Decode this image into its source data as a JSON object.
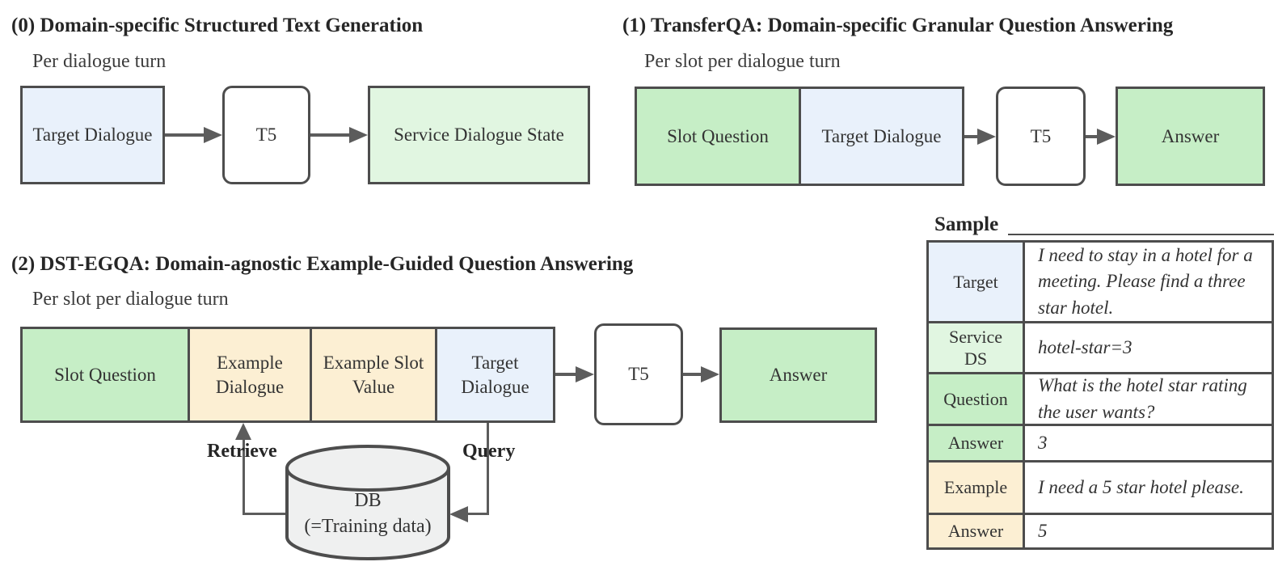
{
  "colors": {
    "green": "#c6eec6",
    "light_green": "#e1f6e1",
    "blue": "#e9f1fb",
    "tan": "#fcefd3",
    "cylinder_gray": "#eff0f0",
    "border": "#4d4d4d",
    "arrow": "#5c5c5c"
  },
  "section0": {
    "title": "(0) Domain-specific Structured Text Generation",
    "subtitle": "Per dialogue turn",
    "input_box": "Target Dialogue",
    "model_box": "T5",
    "output_box": "Service Dialogue State"
  },
  "section1": {
    "title": "(1) TransferQA: Domain-specific Granular Question Answering",
    "subtitle": "Per slot per dialogue turn",
    "slot_question_box": "Slot Question",
    "target_dialogue_box": "Target Dialogue",
    "model_box": "T5",
    "output_box": "Answer"
  },
  "section2": {
    "title": "(2) DST-EGQA: Domain-agnostic Example-Guided Question Answering",
    "subtitle": "Per slot per dialogue turn",
    "slot_question_box": "Slot Question",
    "example_dialogue_box": "Example Dialogue",
    "example_slot_value_box": "Example Slot Value",
    "target_dialogue_box": "Target Dialogue",
    "model_box": "T5",
    "output_box": "Answer",
    "retrieve_label": "Retrieve",
    "query_label": "Query",
    "db_label_line1": "DB",
    "db_label_line2": "(=Training data)"
  },
  "sample_table": {
    "heading": "Sample",
    "rows": [
      {
        "label": "Target",
        "value": "I need to stay in a hotel for a meeting. Please find a three star hotel."
      },
      {
        "label": "Service DS",
        "value": "hotel-star=3"
      },
      {
        "label": "Question",
        "value": "What is the hotel star rating the user wants?"
      },
      {
        "label": "Answer",
        "value": "3"
      },
      {
        "label": "Example",
        "value": "I need a 5 star hotel please."
      },
      {
        "label": "Answer",
        "value": "5"
      }
    ]
  }
}
